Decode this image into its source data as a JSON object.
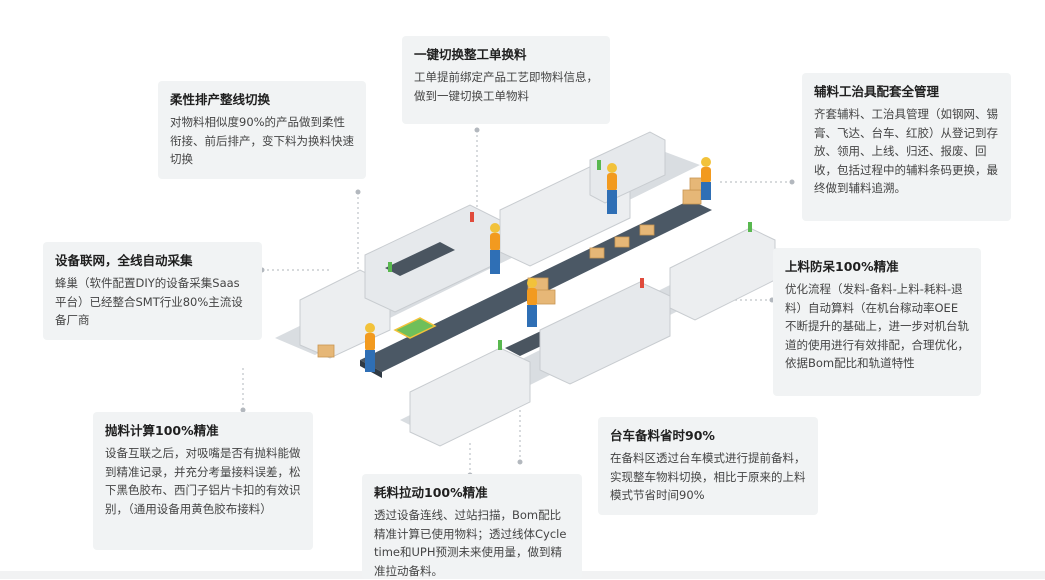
{
  "cards": {
    "flexible": {
      "title": "柔性排产整线切换",
      "body": "对物料相似度90%的产品做到柔性衔接、前后排产，变下料为换料快速切换"
    },
    "oneclick": {
      "title": "一键切换整工单换料",
      "body": "工单提前绑定产品工艺即物料信息，做到一键切换工单物料"
    },
    "auxiliary": {
      "title": "辅料工治具配套全管理",
      "body": "齐套辅料、工治具管理（如钢网、锡膏、飞达、台车、红胶）从登记到存放、领用、上线、归还、报废、回收，包括过程中的辅料条码更换，最终做到辅料追溯。"
    },
    "iot": {
      "title": "设备联网，全线自动采集",
      "body": "蜂巢（软件配置DIY的设备采集Saas平台）已经整合SMT行业80%主流设备厂商"
    },
    "errorproof": {
      "title": "上料防呆100%精准",
      "body": "优化流程（发料-备料-上料-耗料-退料）自动算料（在机台稼动率OEE不断提升的基础上，进一步对机台轨道的使用进行有效排配，合理优化，依据Bom配比和轨道特性"
    },
    "throw": {
      "title": "抛料计算100%精准",
      "body": "设备互联之后，对吸嘴是否有抛料能做到精准记录，并充分考量接料误差，松下黑色胶布、西门子铝片卡扣的有效识别，（通用设备用黄色胶布接料）"
    },
    "cart": {
      "title": "台车备料省时90%",
      "body": "在备料区透过台车模式进行提前备料，实现整车物料切换，相比于原来的上料模式节省时间90%"
    },
    "pull": {
      "title": "耗料拉动100%精准",
      "body": "透过设备连线、过站扫描，Bom配比精准计算已使用物料；透过线体Cycletime和UPH预测未来使用量，做到精准拉动备料。"
    }
  },
  "colors": {
    "card_bg": "#f1f3f4",
    "connector": "#bfc3c8",
    "machine": "#e9ecef",
    "conveyor": "#3a4a5a",
    "box": "#e6b777",
    "worker_shirt": "#f29a1f",
    "worker_pants": "#2f6fb5",
    "indicator_green": "#59b84f",
    "indicator_red": "#e04b3c"
  }
}
